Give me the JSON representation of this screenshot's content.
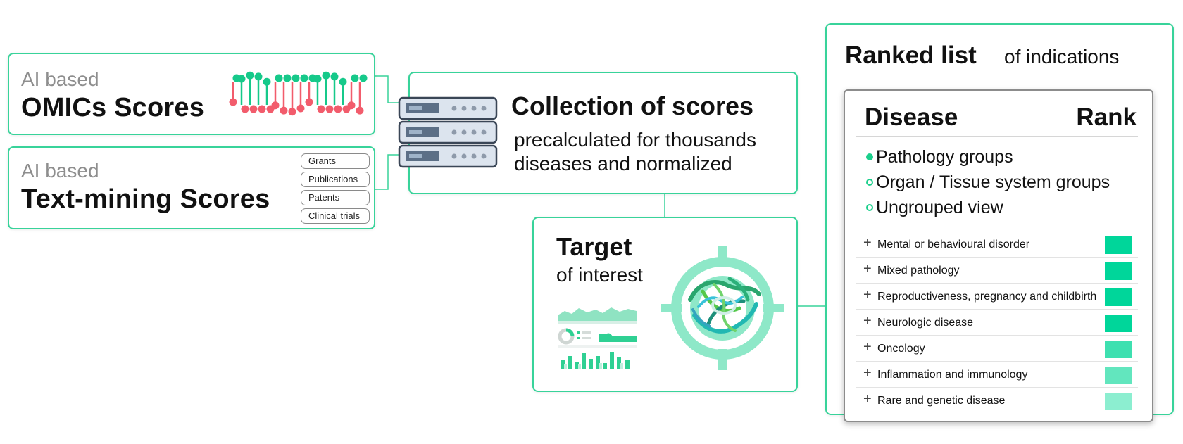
{
  "omics": {
    "prefix": "AI based",
    "title": "OMICs Scores"
  },
  "textmining": {
    "prefix": "AI based",
    "title": "Text-mining Scores",
    "sources": [
      "Grants",
      "Publications",
      "Patents",
      "Clinical trials"
    ]
  },
  "collection": {
    "title": "Collection of scores",
    "line1": "precalculated for thousands",
    "line2": "diseases and normalized"
  },
  "target": {
    "title": "Target",
    "subtitle": "of interest"
  },
  "ranked": {
    "title": "Ranked list",
    "subtitle": "of indications",
    "col_disease": "Disease",
    "col_rank": "Rank",
    "grouping": [
      {
        "label": "Pathology groups",
        "selected": true
      },
      {
        "label": "Organ / Tissue system groups",
        "selected": false
      },
      {
        "label": "Ungrouped view",
        "selected": false
      }
    ],
    "rows": [
      {
        "label": "Mental or behavioural disorder",
        "color": "#00d69a"
      },
      {
        "label": "Mixed pathology",
        "color": "#00d69a"
      },
      {
        "label": "Reproductiveness, pregnancy and childbirth",
        "color": "#00d69a"
      },
      {
        "label": "Neurologic disease",
        "color": "#00d69a"
      },
      {
        "label": "Oncology",
        "color": "#3ee0b0"
      },
      {
        "label": "Inflammation and immunology",
        "color": "#62e6be"
      },
      {
        "label": "Rare and genetic disease",
        "color": "#8ceed0"
      }
    ]
  },
  "colors": {
    "accent": "#38d39a",
    "dna_green": "#16c98a",
    "dna_red": "#f25c6c",
    "target_green": "#8ee8c8"
  }
}
